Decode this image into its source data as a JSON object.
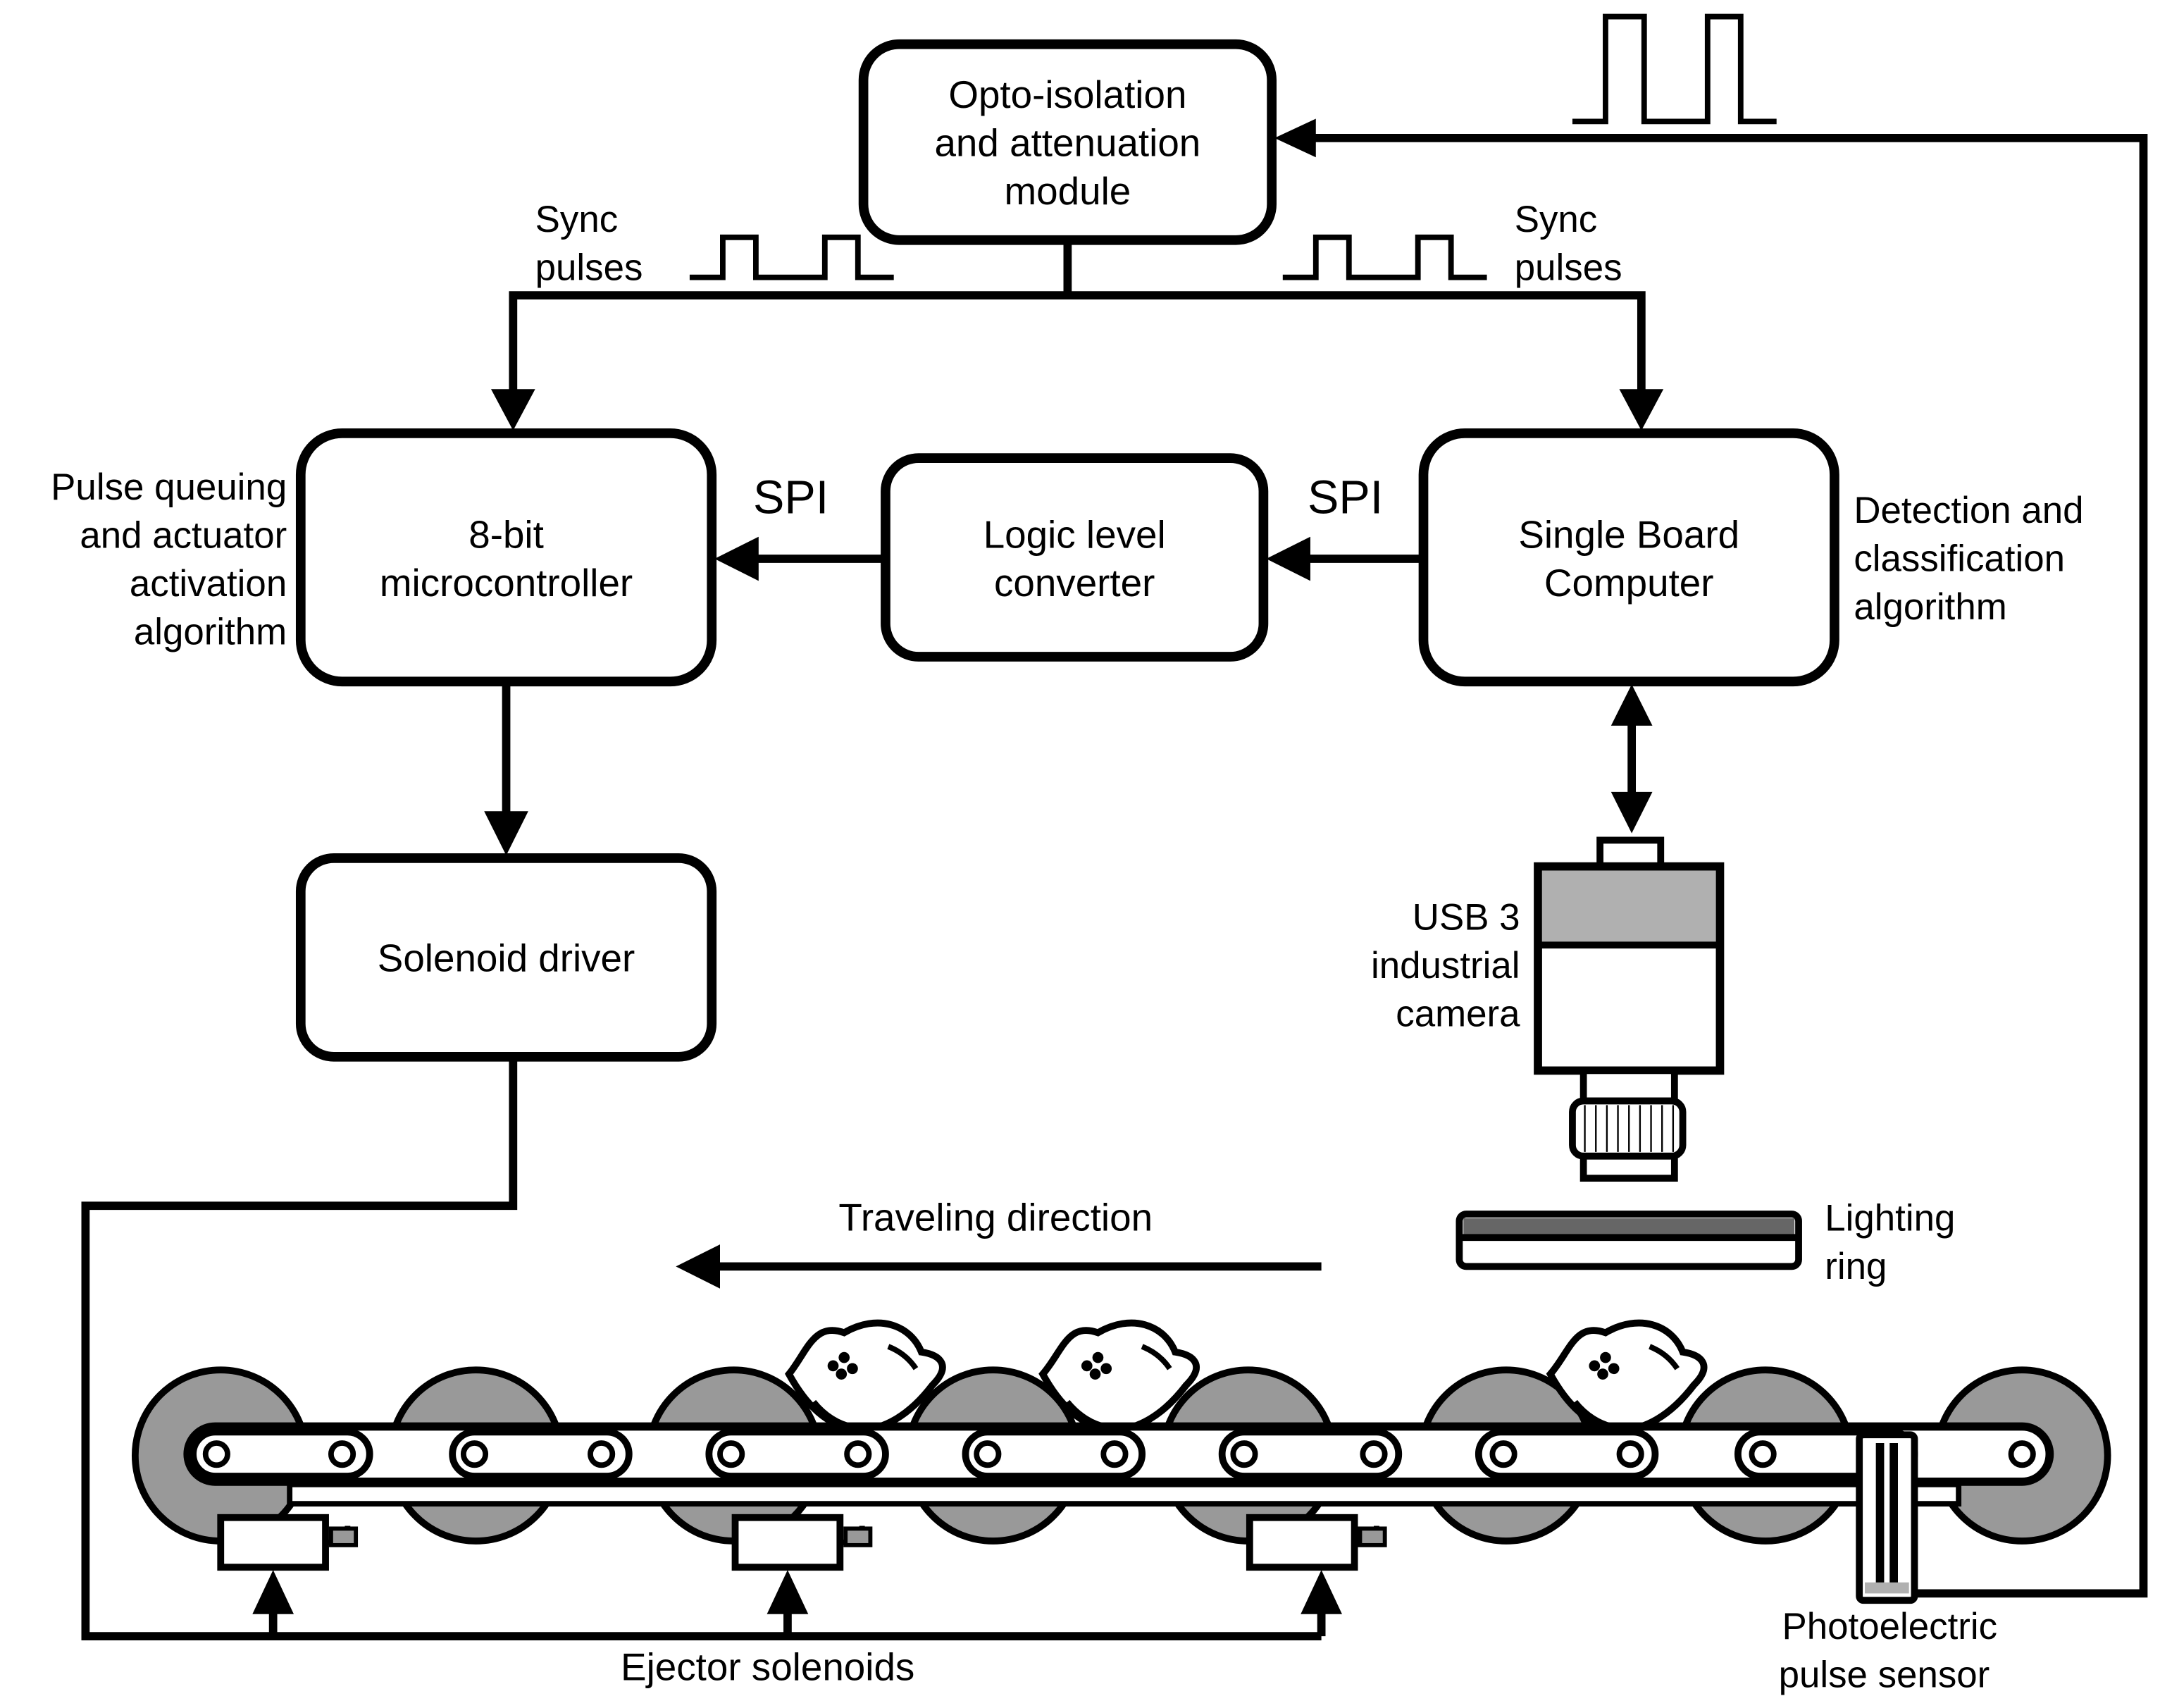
{
  "blocks": {
    "opto": {
      "lines": [
        "Opto-isolation",
        "and attenuation",
        "module"
      ]
    },
    "mcu": {
      "lines": [
        "8-bit",
        "microcontroller"
      ]
    },
    "llc": {
      "lines": [
        "Logic level",
        "converter"
      ]
    },
    "sbc": {
      "lines": [
        "Single Board",
        "Computer"
      ]
    },
    "solenoid_driver": {
      "lines": [
        "Solenoid driver"
      ]
    }
  },
  "labels": {
    "sync_left": [
      "Sync",
      "pulses"
    ],
    "sync_right": [
      "Sync",
      "pulses"
    ],
    "spi_left": "SPI",
    "spi_right": "SPI",
    "mcu_algo": [
      "Pulse queuing",
      "and actuator",
      "activation",
      "algorithm"
    ],
    "sbc_algo": [
      "Detection and",
      "classification",
      "algorithm"
    ],
    "camera": [
      "USB 3",
      "industrial",
      "camera"
    ],
    "lighting": [
      "Lighting",
      "ring"
    ],
    "travel": "Traveling direction",
    "ejectors": "Ejector solenoids",
    "sensor": [
      "Photoelectric",
      "pulse sensor"
    ]
  },
  "colors": {
    "roller_fill": "#999999",
    "camera_top": "#b0b0b0",
    "ring_top": "#666666"
  }
}
